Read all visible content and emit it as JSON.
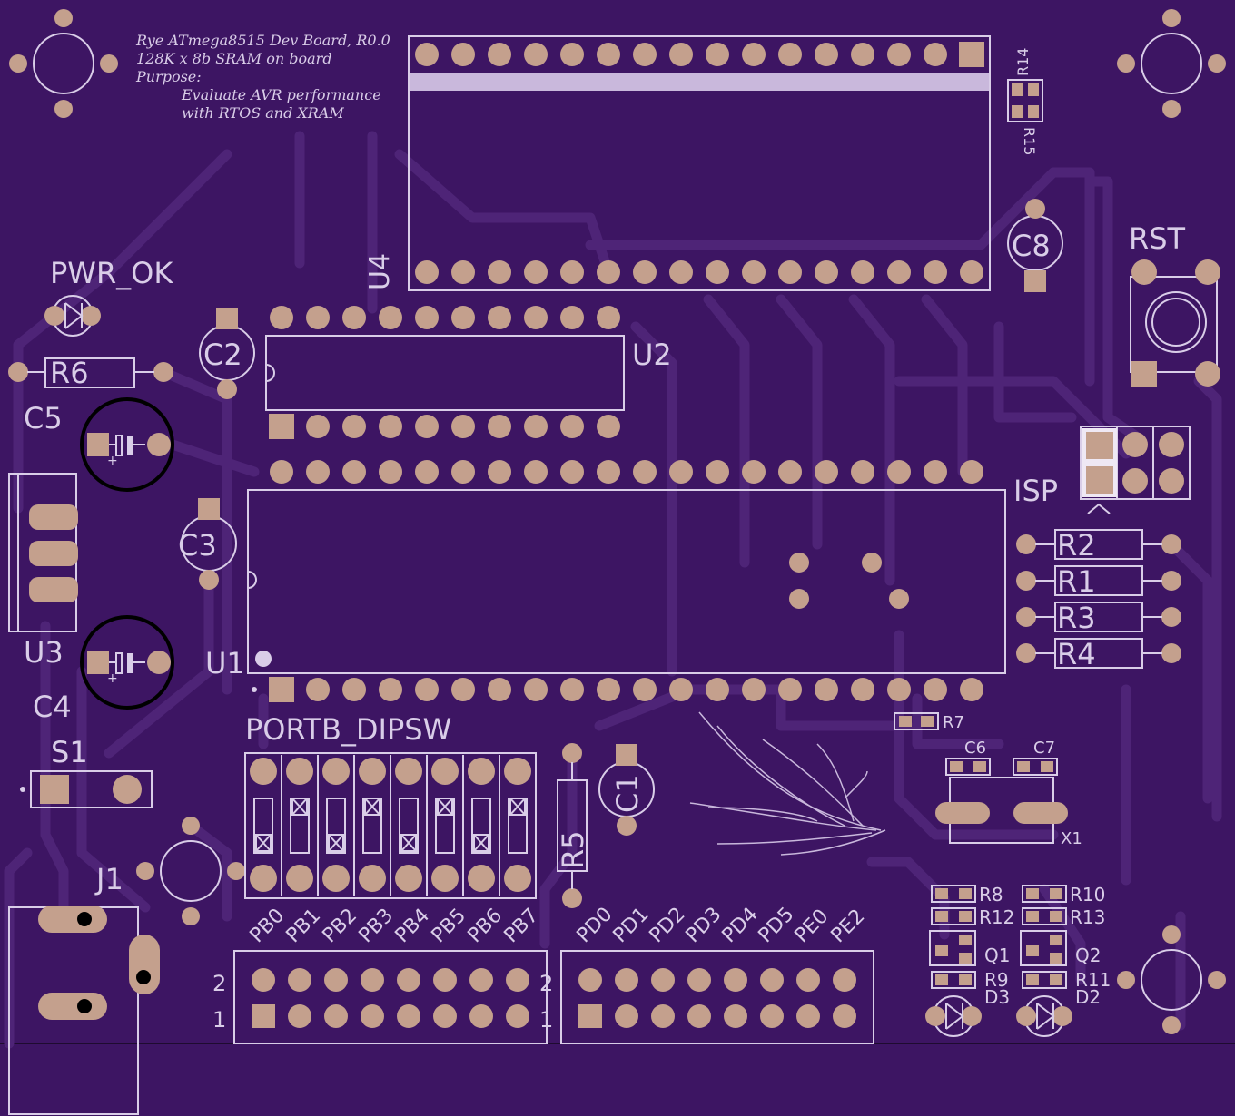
{
  "board_notes": [
    "Rye ATmega8515 Dev Board, R0.0",
    "128K x 8b SRAM on board",
    "Purpose:",
    "Evaluate AVR performance",
    "with RTOS and XRAM"
  ],
  "labels": {
    "pwr_ok": "PWR_OK",
    "r6": "R6",
    "c5": "C5",
    "c4": "C4",
    "u3": "U3",
    "u1": "U1",
    "c2": "C2",
    "c3": "C3",
    "u2": "U2",
    "u4": "U4",
    "c8": "C8",
    "r14": "R14",
    "r15": "R15",
    "rst": "RST",
    "isp": "ISP",
    "r2": "R2",
    "r1": "R1",
    "r3": "R3",
    "r4": "R4",
    "r7": "R7",
    "c6": "C6",
    "c7": "C7",
    "x1": "X1",
    "s1": "S1",
    "j1": "J1",
    "portb_dipsw": "PORTB_DIPSW",
    "r5": "R5",
    "c1": "C1",
    "r8": "R8",
    "r10": "R10",
    "r12": "R12",
    "r13": "R13",
    "q1": "Q1",
    "q2": "Q2",
    "r9": "R9",
    "r11": "R11",
    "d3": "D3",
    "d2": "D2"
  },
  "headers": {
    "portb_pins": [
      "PB0",
      "PB1",
      "PB2",
      "PB3",
      "PB4",
      "PB5",
      "PB6",
      "PB7"
    ],
    "portd_pins": [
      "PD0",
      "PD1",
      "PD2",
      "PD3",
      "PD4",
      "PD5",
      "PE0",
      "PE2"
    ],
    "row_2": "2",
    "row_1": "1"
  },
  "colors": {
    "board": "#3d1563",
    "pad": "#c4a08d",
    "silkscreen": "#d9cde8"
  }
}
